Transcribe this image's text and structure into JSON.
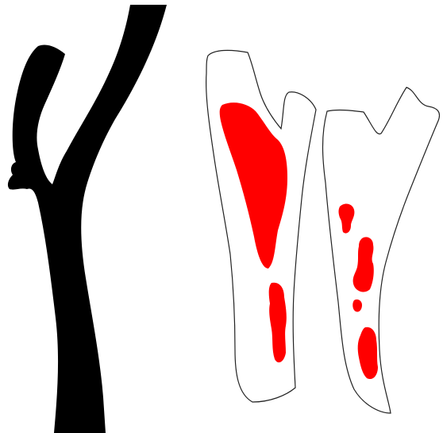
{
  "figure": {
    "panels": [
      {
        "kind": "silhouette",
        "fill_color": "#000000"
      },
      {
        "kind": "outline-with-regions",
        "outline_color": "#222222",
        "region_color": "#ff0000",
        "fragment_count": 2
      }
    ]
  }
}
